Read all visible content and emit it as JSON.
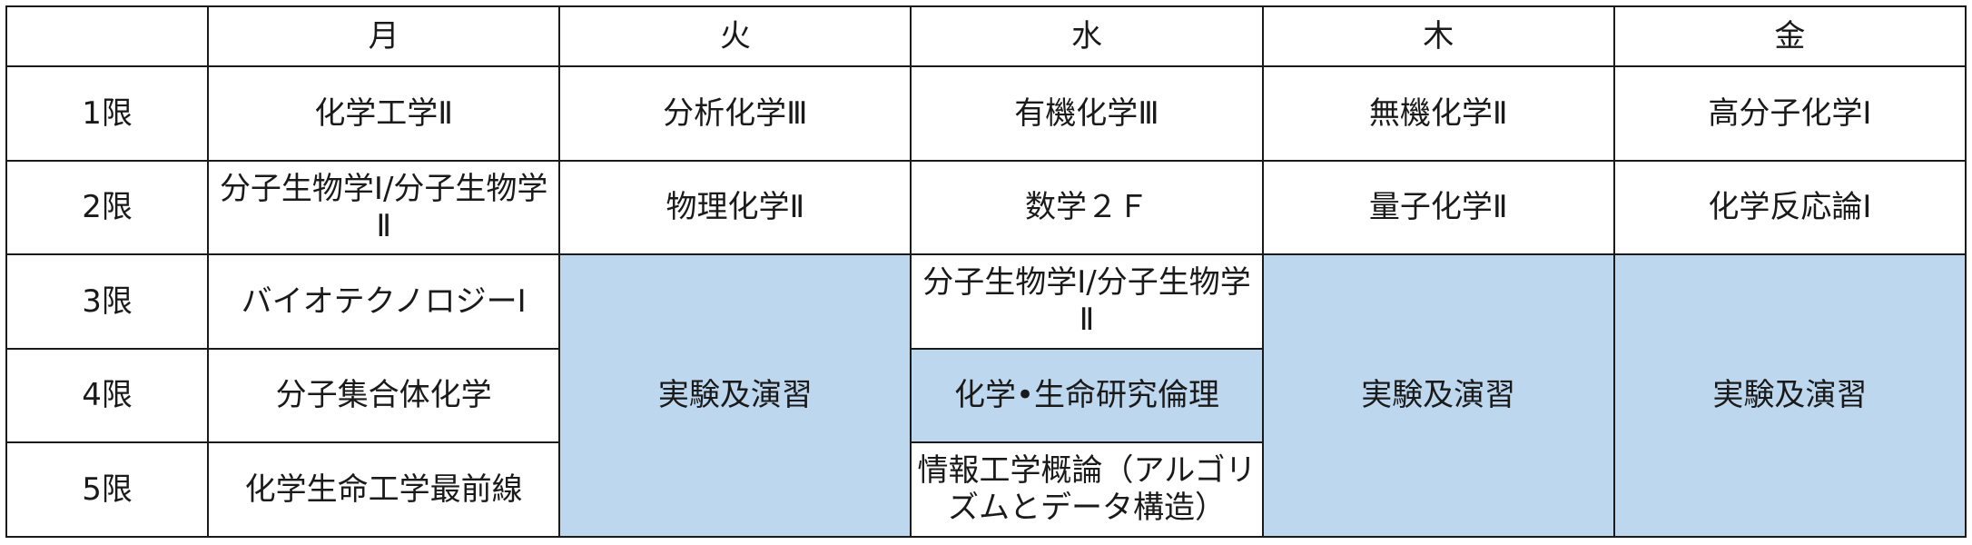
{
  "header": {
    "corner": "",
    "days": [
      "月",
      "火",
      "水",
      "木",
      "金"
    ]
  },
  "periods": [
    "1限",
    "2限",
    "3限",
    "4限",
    "5限"
  ],
  "cells": {
    "mon": {
      "p1": "化学工学Ⅱ",
      "p2": "分子生物学Ⅰ/分子生物学Ⅱ",
      "p3": "バイオテクノロジーⅠ",
      "p4": "分子集合体化学",
      "p5": "化学生命工学最前線"
    },
    "tue": {
      "p1": "分析化学Ⅲ",
      "p2": "物理化学Ⅱ",
      "p3_5": "実験及演習"
    },
    "wed": {
      "p1": "有機化学Ⅲ",
      "p2": "数学２Ｆ",
      "p3": "分子生物学Ⅰ/分子生物学Ⅱ",
      "p4": "化学•生命研究倫理",
      "p5": "情報工学概論（アルゴリズムとデータ構造）"
    },
    "thu": {
      "p1": "無機化学Ⅱ",
      "p2": "量子化学Ⅱ",
      "p3_5": "実験及演習"
    },
    "fri": {
      "p1": "高分子化学Ⅰ",
      "p2": "化学反応論Ⅰ",
      "p3_5": "実験及演習"
    }
  },
  "colors": {
    "lab_fill": "#bdd7ee",
    "border": "#1a1a1a"
  }
}
